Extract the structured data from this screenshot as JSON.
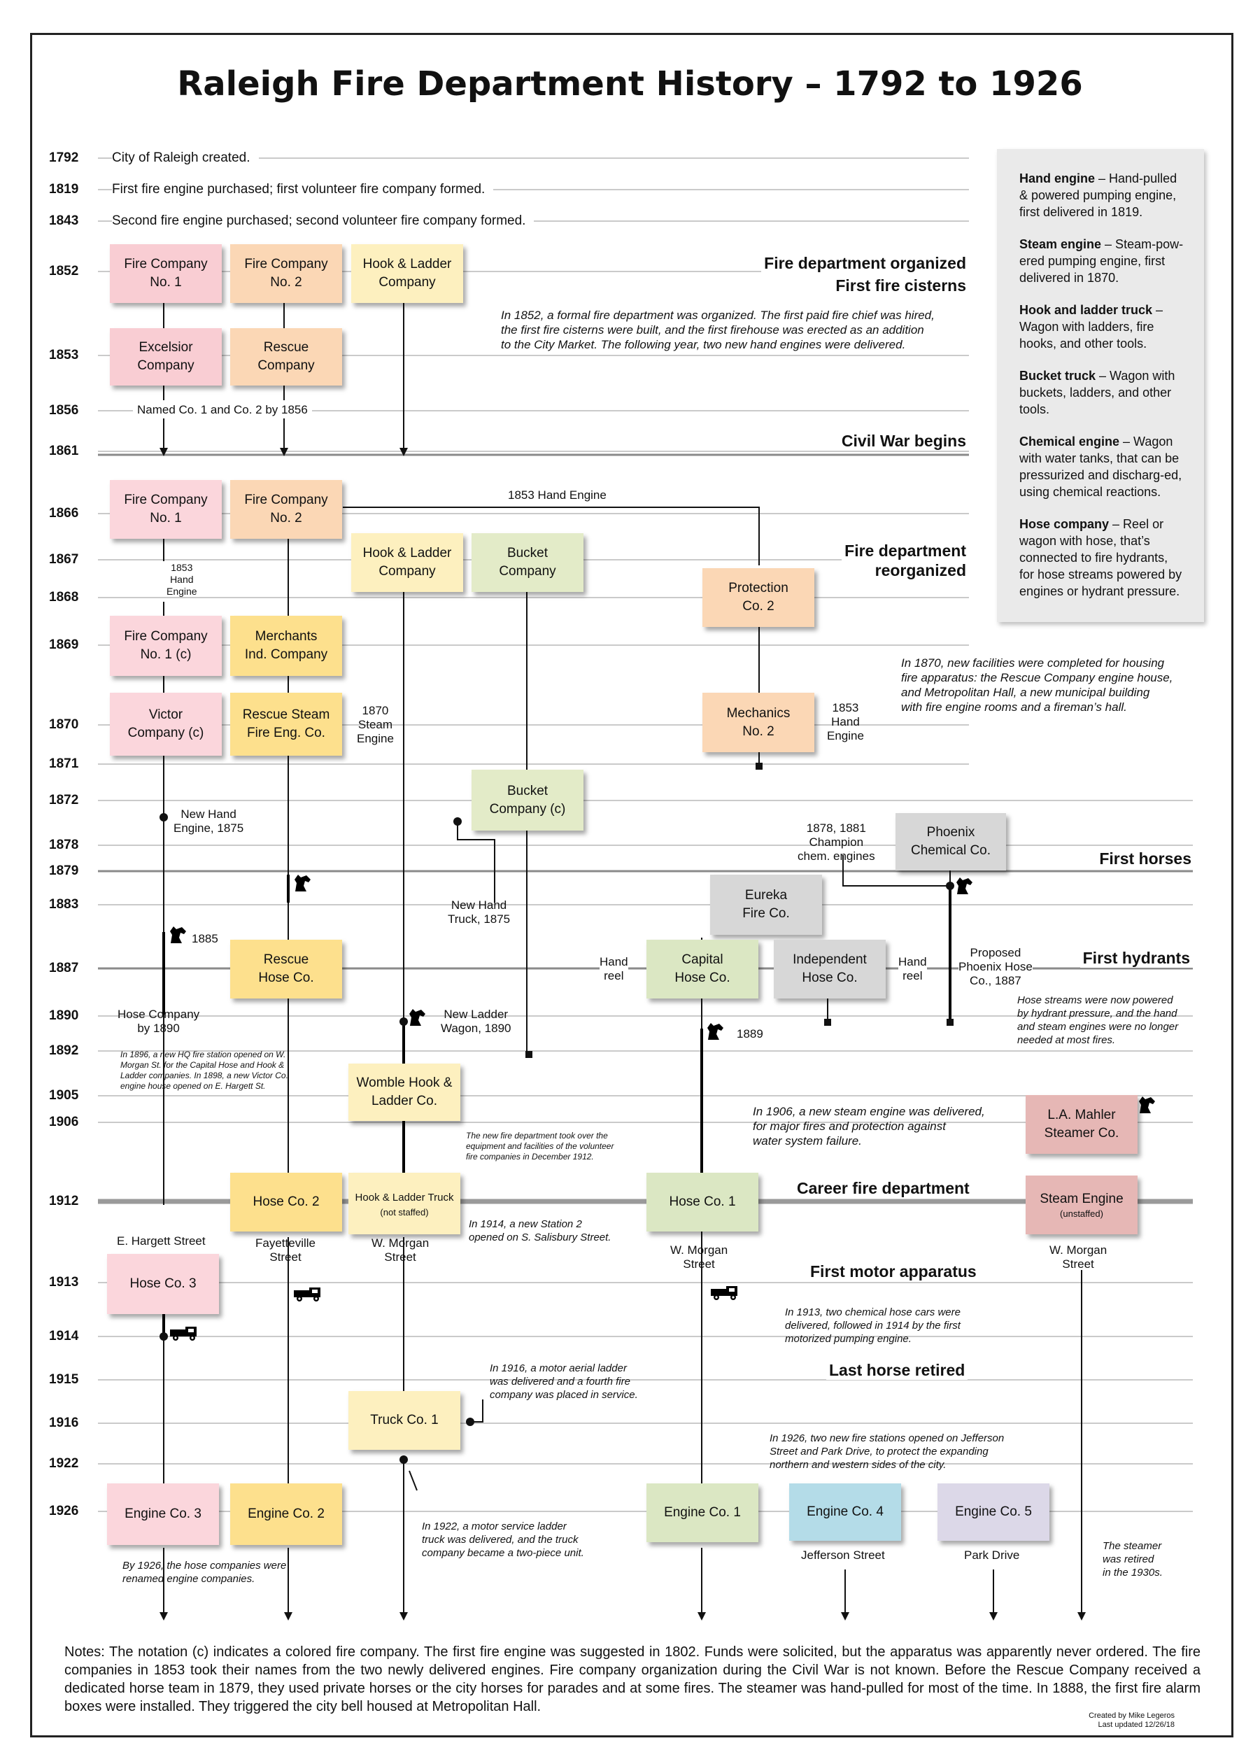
{
  "title": "Raleigh Fire Department History – 1792 to 1926",
  "years": [
    "1792",
    "1819",
    "1843",
    "1852",
    "1853",
    "1856",
    "1861",
    "1866",
    "1867",
    "1868",
    "1869",
    "1870",
    "1871",
    "1872",
    "1878",
    "1879",
    "1883",
    "1887",
    "1890",
    "1892",
    "1905",
    "1906",
    "1912",
    "1913",
    "1914",
    "1915",
    "1916",
    "1922",
    "1926"
  ],
  "early_entries": [
    {
      "year": "1792",
      "text": "City of Raleigh created."
    },
    {
      "year": "1819",
      "text": "First fire engine purchased; first volunteer fire company formed."
    },
    {
      "year": "1843",
      "text": "Second fire engine purchased; second volunteer fire company formed."
    }
  ],
  "events": {
    "organized": "Fire department organized",
    "cisterns": "First fire cisterns",
    "civil_war": "Civil War begins",
    "reorganized": "Fire department\nreorganized",
    "horses": "First horses",
    "hydrants": "First hydrants",
    "career": "Career fire department",
    "motor": "First motor apparatus",
    "last_horse": "Last horse retired"
  },
  "boxes": {
    "fc1_1852": "Fire Company\nNo. 1",
    "fc2_1852": "Fire Company\nNo. 2",
    "hl_1852": "Hook & Ladder\nCompany",
    "excelsior": "Excelsior\nCompany",
    "rescue_1853": "Rescue\nCompany",
    "fc1_1866": "Fire Company\nNo. 1",
    "fc2_1866": "Fire Company\nNo. 2",
    "hl_1867": "Hook & Ladder\nCompany",
    "bucket_1867": "Bucket\nCompany",
    "protection": "Protection\nCo. 2",
    "fc1c_1869": "Fire Company\nNo. 1 (c)",
    "merchants": "Merchants\nInd. Company",
    "victor": "Victor\nCompany (c)",
    "rescue_steam": "Rescue Steam\nFire Eng. Co.",
    "mechanics": "Mechanics\nNo. 2",
    "bucket_c": "Bucket\nCompany (c)",
    "phoenix": "Phoenix\nChemical Co.",
    "eureka": "Eureka\nFire Co.",
    "rescue_hose": "Rescue\nHose Co.",
    "capital_hose": "Capital\nHose Co.",
    "independent": "Independent\nHose Co.",
    "womble": "Womble Hook &\nLadder Co.",
    "mahler": "L.A. Mahler\nSteamer Co.",
    "hose2": "Hose Co. 2",
    "hl_truck": "Hook & Ladder Truck",
    "hl_truck_note": "(not staffed)",
    "hose1": "Hose Co. 1",
    "steam_engine": "Steam Engine",
    "steam_engine_note": "(unstaffed)",
    "hose3": "Hose Co. 3",
    "truck1": "Truck Co. 1",
    "eng3": "Engine Co. 3",
    "eng2": "Engine Co. 2",
    "eng1": "Engine Co. 1",
    "eng4": "Engine Co. 4",
    "eng5": "Engine Co. 5"
  },
  "labels": {
    "named": "Named Co. 1 and Co. 2 by 1856",
    "hand_engine_1853": "1853 Hand Engine",
    "hand_engine_small": "1853\nHand\nEngine",
    "steam_engine_1870": "1870\nSteam\nEngine",
    "mechanics_engine": "1853\nHand\nEngine",
    "new_hand_engine": "New Hand\nEngine, 1875",
    "champion": "1878, 1881\nChampion\nchem. engines",
    "new_hand_truck": "New Hand\nTruck, 1875",
    "year_1885": "1885",
    "hand_reel_left": "Hand\nreel",
    "hand_reel_right": "Hand\nreel",
    "proposed_phoenix": "Proposed\nPhoenix Hose\nCo., 1887",
    "hose_company_1890": "Hose Company\nby 1890",
    "new_ladder_wagon": "New Ladder\nWagon, 1890",
    "year_1889": "1889",
    "e_hargett": "E. Hargett Street",
    "fayetteville": "Fayetteville\nStreet",
    "w_morgan_1": "W. Morgan\nStreet",
    "w_morgan_2": "W. Morgan\nStreet",
    "w_morgan_3": "W. Morgan\nStreet",
    "jefferson": "Jefferson Street",
    "park_drive": "Park Drive"
  },
  "notes_italic": {
    "n1852": "In 1852, a formal fire department was organized. The first paid fire chief was hired,\nthe first fire cisterns were built, and the first firehouse was erected as an addition\nto the City Market. The following year, two new hand engines were delivered.",
    "n1870": "In 1870, new facilities were completed for housing\nfire apparatus: the Rescue Company engine house,\nand Metropolitan Hall, a new municipal building\nwith fire engine rooms and a fireman’s hall.",
    "n1887": "Hose streams were now powered\nby hydrant pressure, and the hand\nand steam engines were no longer\nneeded at most fires.",
    "n1896": "In 1896, a new HQ fire station opened on W.\nMorgan St. for the Capital Hose and Hook &\nLadder companies. In 1898, a new Victor Co.\nengine house opened on E. Hargett St.",
    "n1906": "In 1906, a new steam engine was delivered,\nfor major fires and protection against\nwater system failure.",
    "n1912a": "The new fire department took over the\nequipment and facilities of the volunteer\nfire companies in December 1912.",
    "n1912b": "In 1914, a new Station 2\nopened on S. Salisbury Street.",
    "n1913": "In 1913, two chemical hose cars were\ndelivered, followed in 1914 by the first\nmotorized pumping engine.",
    "n1916": "In 1916, a motor aerial ladder\nwas delivered and a fourth fire\ncompany was placed in service.",
    "n1926a": "In 1926, two new fire stations opened on Jefferson\nStreet and Park Drive, to protect the expanding\nnorthern and western sides of the city.",
    "n1922": "In 1922, a motor service ladder\ntruck was delivered, and the truck\ncompany became a two-piece unit.",
    "n1926b": "By 1926, the hose companies were\nrenamed engine companies.",
    "n_steamer": "The steamer\nwas retired\nin the 1930s."
  },
  "legend": [
    {
      "term": "Hand engine",
      "desc": " – Hand-pulled & powered pumping engine, first delivered in 1819."
    },
    {
      "term": "Steam engine",
      "desc": " – Steam-pow-ered pumping engine, first delivered in 1870."
    },
    {
      "term": "Hook and ladder truck",
      "desc": " – Wagon with ladders, fire hooks, and other tools."
    },
    {
      "term": "Bucket truck",
      "desc": " – Wagon with buckets, ladders, and other tools."
    },
    {
      "term": "Chemical engine",
      "desc": " – Wagon with water tanks, that can be pressurized and discharg-ed, using chemical reactions."
    },
    {
      "term": "Hose company",
      "desc": " – Reel or wagon with hose, that’s connected to fire hydrants, for hose streams powered by engines or hydrant pressure."
    }
  ],
  "notes": "Notes: The notation (c) indicates a colored fire company. The first fire engine was suggested in 1802. Funds were solicited, but the apparatus was apparently never ordered. The fire companies in 1853 took their names from the two newly delivered engines. Fire company organization during the Civil War is not known. Before the Rescue Company received a dedicated horse team in 1879, they used private horses or the city horses for parades and at some fires. The steamer was hand-pulled for most of the time. In 1888, the first fire alarm boxes were installed. They triggered the city bell housed at Metropolitan Hall.",
  "credit": {
    "line1": "Created by Mike Legeros",
    "line2": "Last updated 12/26/18"
  },
  "icons": [
    "horse-icon",
    "fire-truck-icon"
  ]
}
